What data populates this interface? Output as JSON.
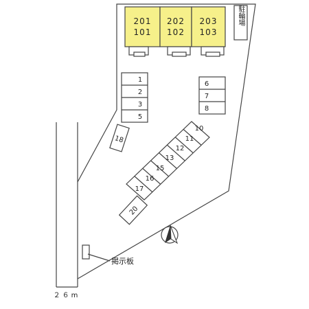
{
  "road": {
    "width_label": "２６m"
  },
  "buildings": [
    {
      "upper": "201",
      "lower": "101"
    },
    {
      "upper": "202",
      "lower": "102"
    },
    {
      "upper": "203",
      "lower": "103"
    }
  ],
  "bike_parking": {
    "label": "駐輪場"
  },
  "parking": {
    "column_left": [
      "1",
      "2",
      "3",
      "5"
    ],
    "column_right": [
      "6",
      "7",
      "8"
    ],
    "diagonal": [
      "10",
      "11",
      "12",
      "13",
      "15",
      "16",
      "17"
    ],
    "single_18": "18",
    "single_20": "20"
  },
  "notice_board": {
    "label": "掲示板"
  },
  "colors": {
    "building_fill": "#f6f08a",
    "line": "#444444"
  }
}
